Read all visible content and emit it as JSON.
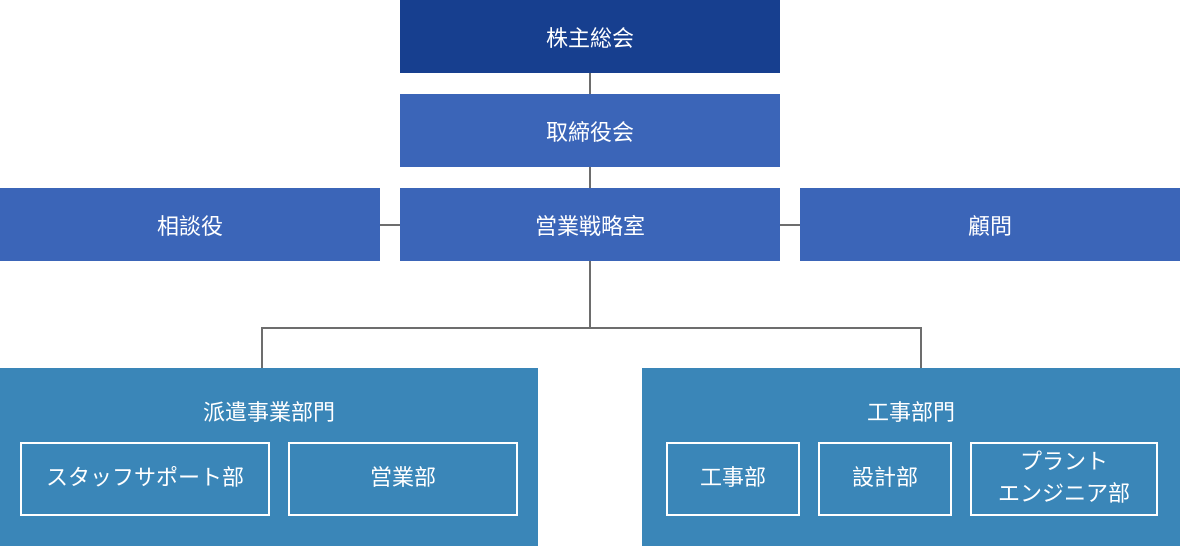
{
  "org_chart": {
    "shareholders_meeting": "株主総会",
    "board_of_directors": "取締役会",
    "advisor_consultant": "相談役",
    "sales_strategy_office": "営業戦略室",
    "advisor": "顧問",
    "dispatch_division": {
      "title": "派遣事業部門",
      "units": [
        "スタッフサポート部",
        "営業部"
      ]
    },
    "construction_division": {
      "title": "工事部門",
      "units": [
        "工事部",
        "設計部",
        "プラント\nエンジニア部"
      ]
    }
  },
  "colors": {
    "top_box": "#173f8f",
    "mid_box": "#3b65b8",
    "division_box": "#3a86b8",
    "connector": "#6d6d6d"
  }
}
